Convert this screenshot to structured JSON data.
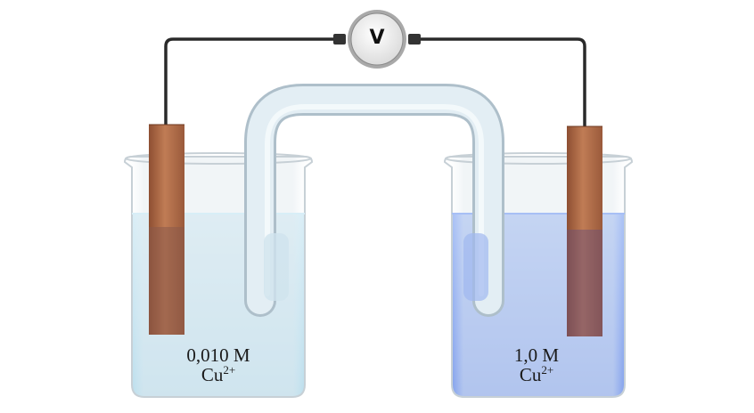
{
  "voltmeter": {
    "symbol": "V"
  },
  "left_cell": {
    "concentration": "0,010 M",
    "ion_base": "Cu",
    "ion_charge": "2+"
  },
  "right_cell": {
    "concentration": "1,0 M",
    "ion_base": "Cu",
    "ion_charge": "2+"
  },
  "colors": {
    "wire": "#2a2a2a",
    "copper": "#b06a45",
    "left_solution": "#bfe2ef",
    "right_solution": "#7f9ff0",
    "salt_bridge": "#d5e4ec"
  }
}
